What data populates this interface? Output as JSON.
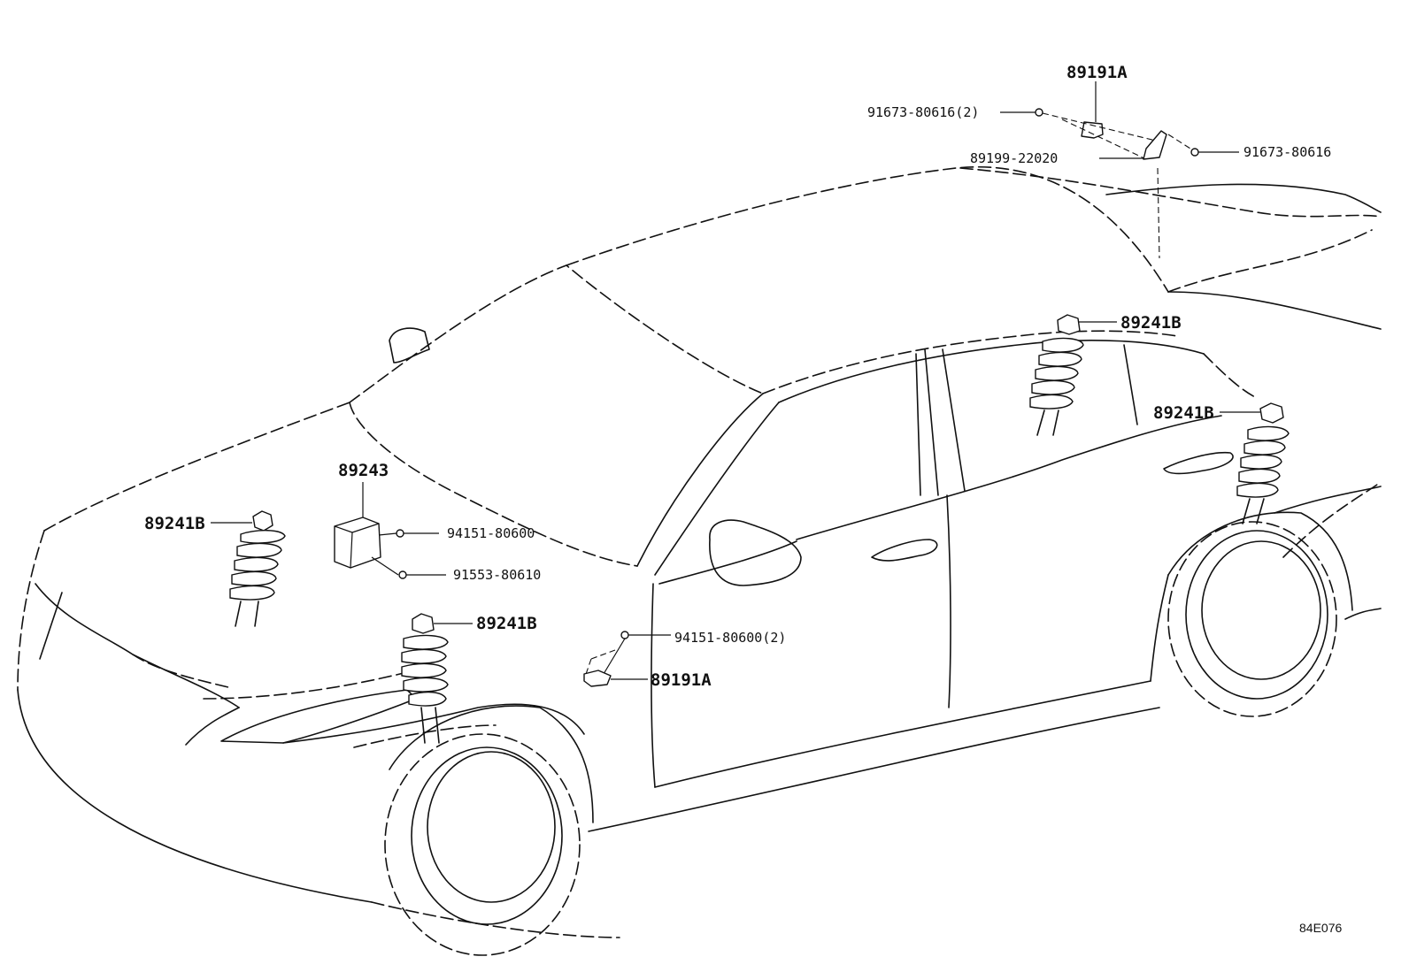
{
  "labels": {
    "sensor_top": "89191A",
    "nut_top_left": "91673-80616(2)",
    "bracket": "89199-22020",
    "nut_top_right": "91673-80616",
    "rear_upper_sensor": "89241B",
    "rear_right_sensor": "89241B",
    "ecu": "89243",
    "front_left_sensor": "89241B",
    "ecu_nut": "94151-80600",
    "ecu_bolt": "91553-80610",
    "front_right_sensor": "89241B",
    "floor_nut": "94151-80600(2)",
    "sensor_floor": "89191A"
  },
  "ref_code": "84E076"
}
